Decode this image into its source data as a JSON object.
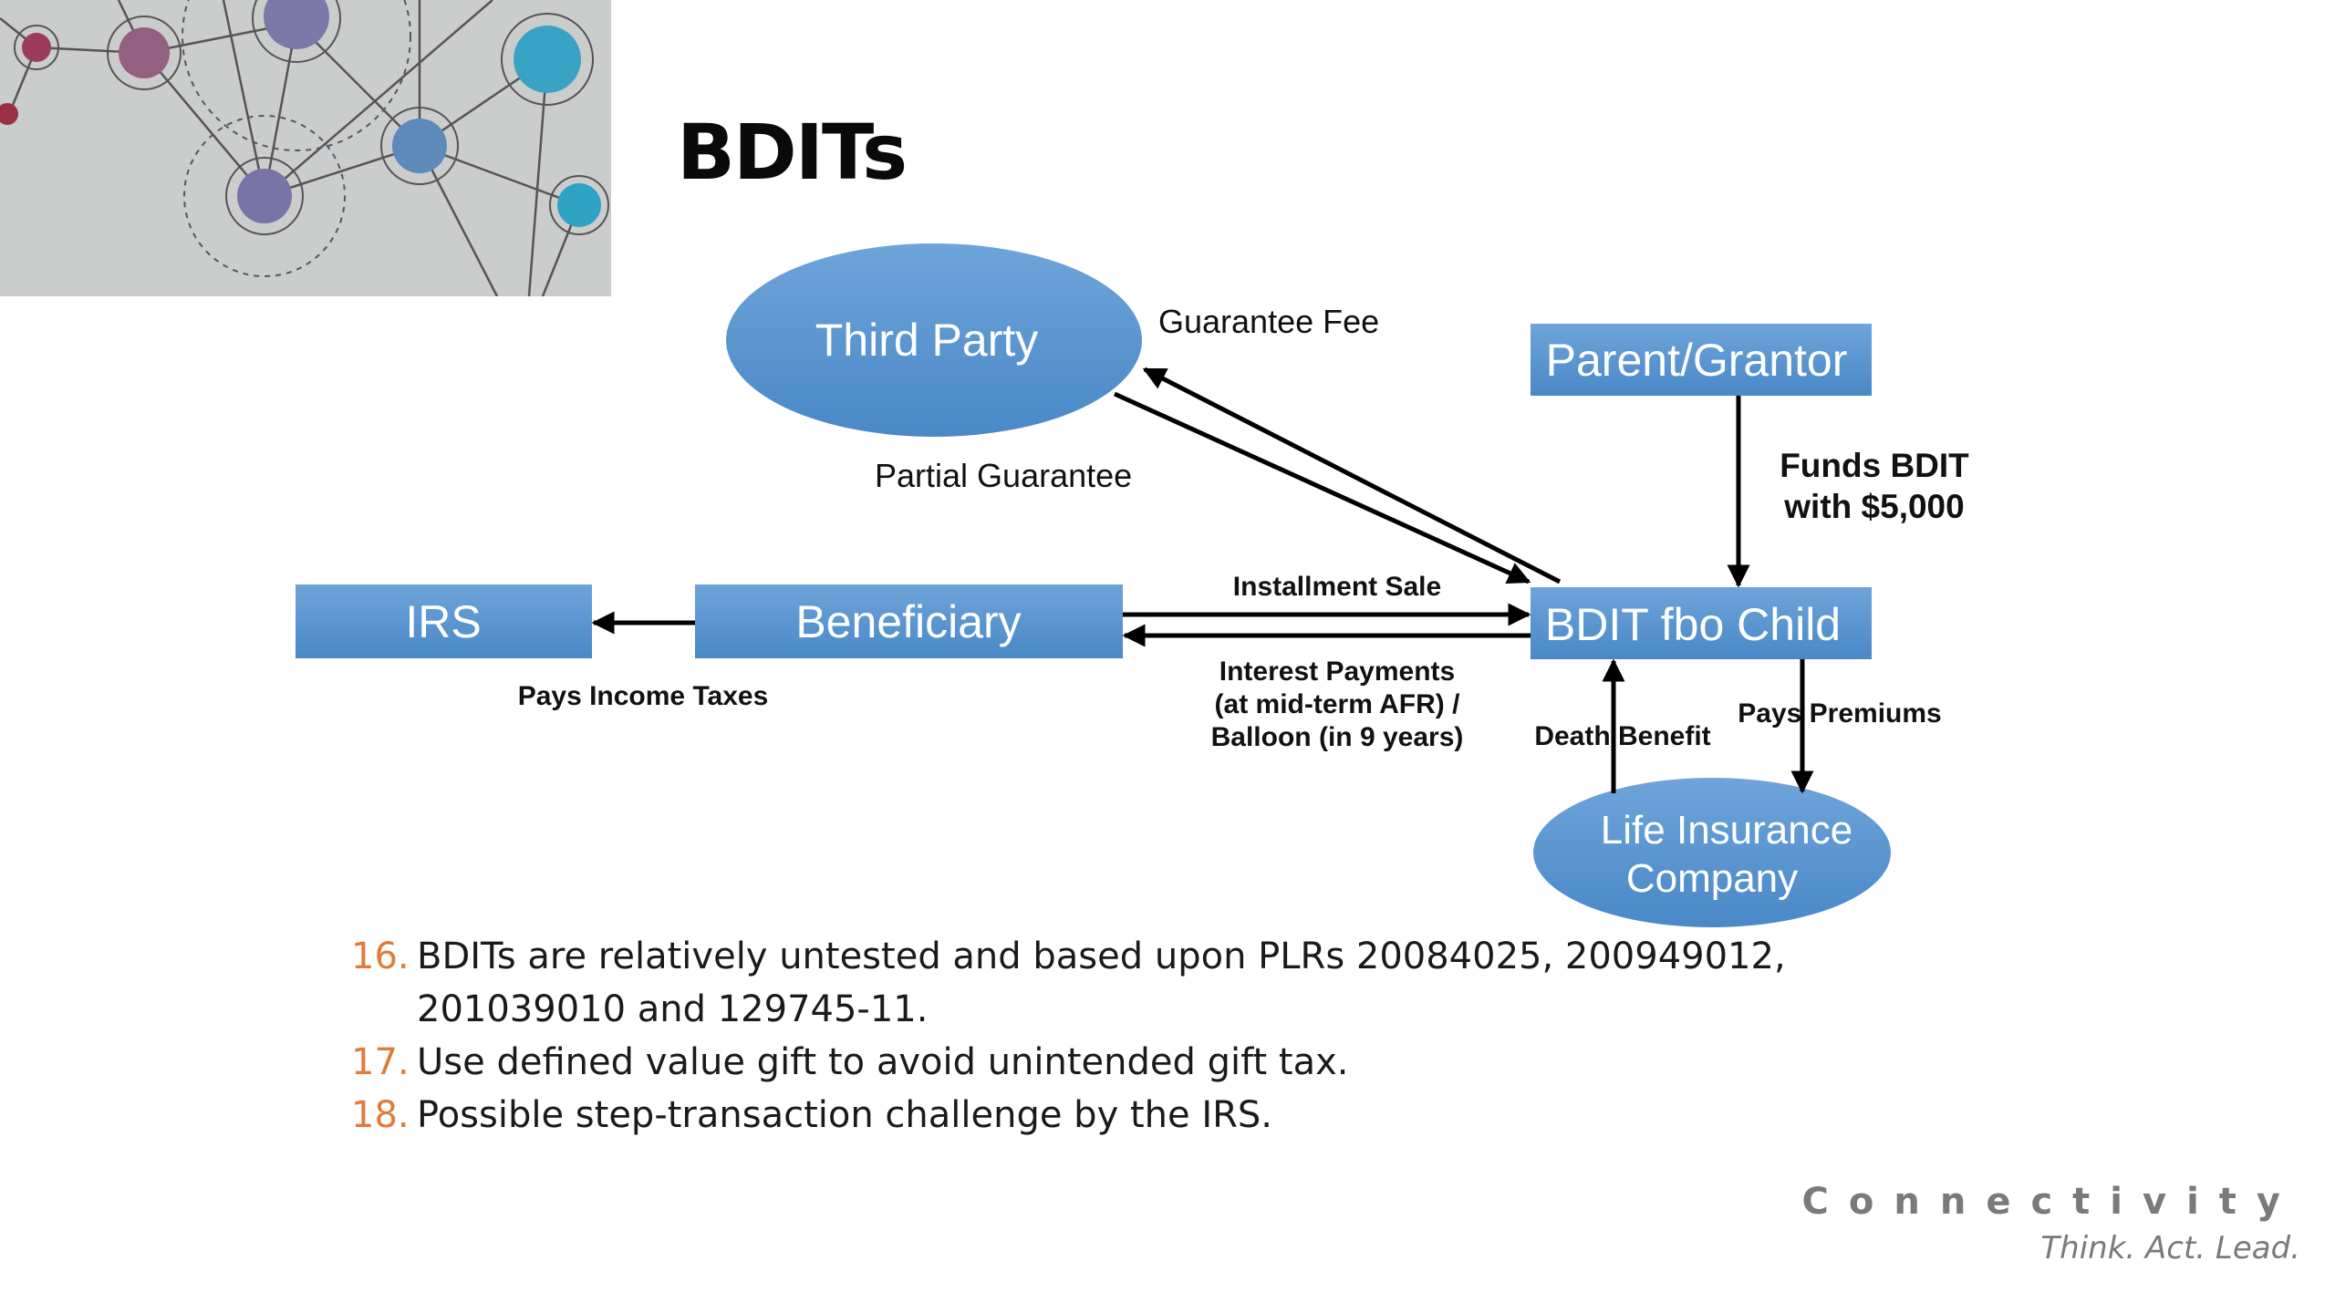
{
  "slide": {
    "title": "BDITs",
    "accent_color": "#5b9bd5",
    "number_color": "#e07b39"
  },
  "diagram": {
    "nodes": {
      "third_party": "Third Party",
      "parent_grantor": "Parent/Grantor",
      "irs": "IRS",
      "beneficiary": "Beneficiary",
      "bdit_child": "BDIT fbo Child",
      "life_insurance_line1": "Life Insurance",
      "life_insurance_line2": "Company"
    },
    "labels": {
      "guarantee_fee": "Guarantee Fee",
      "partial_guarantee": "Partial Guarantee",
      "funds_line1": "Funds BDIT",
      "funds_line2": "with $5,000",
      "installment_sale": "Installment Sale",
      "interest_line1": "Interest Payments",
      "interest_line2": "(at mid-term AFR) /",
      "interest_line3": "Balloon (in 9 years)",
      "pays_income_taxes": "Pays Income Taxes",
      "death_benefit": "Death Benefit",
      "pays_premiums": "Pays Premiums"
    }
  },
  "list": [
    {
      "num": "16.",
      "text": "BDITs are relatively untested and based upon PLRs 20084025, 200949012,",
      "text2": "201039010 and 129745-11."
    },
    {
      "num": "17.",
      "text": "Use defined value gift to avoid unintended gift tax."
    },
    {
      "num": "18.",
      "text": "Possible step-transaction challenge by the IRS."
    }
  ],
  "brand": {
    "name": "Connectivity",
    "tagline": "Think. Act. Lead."
  }
}
